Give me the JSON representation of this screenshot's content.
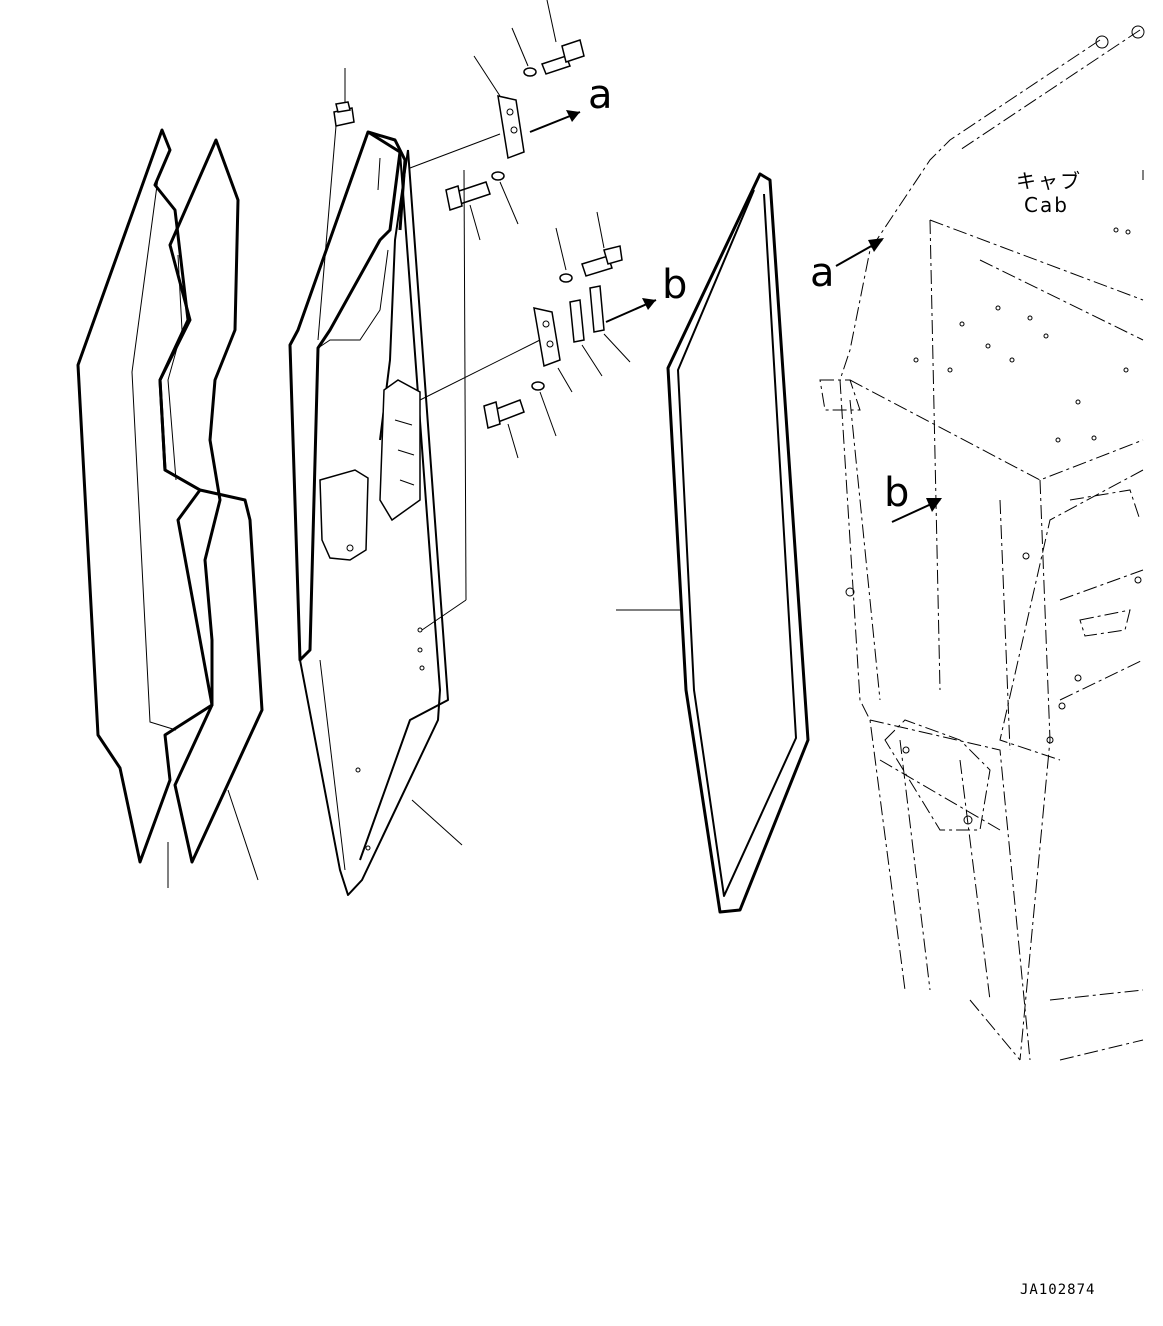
{
  "labels": {
    "a_top": "a",
    "b_top": "b",
    "a_cab": "a",
    "b_cab": "b",
    "cab_jp": "キャブ",
    "cab_en": "Cab",
    "drawing_code": "JA102874"
  }
}
